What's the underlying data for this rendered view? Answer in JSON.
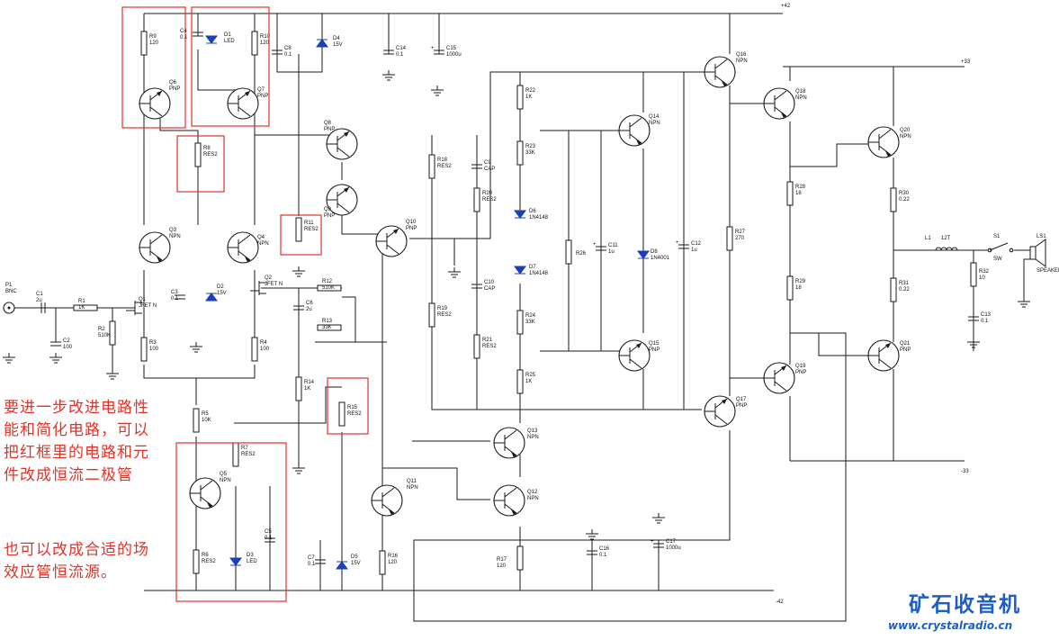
{
  "rails": {
    "pos_main": "+42",
    "pos_out": "+33",
    "neg_out": "-33",
    "neg_main": "-42"
  },
  "resistors": [
    {
      "ref": "R9",
      "value": "120"
    },
    {
      "ref": "R10",
      "value": "120"
    },
    {
      "ref": "R8",
      "value": "RES2"
    },
    {
      "ref": "R11",
      "value": "RES2"
    },
    {
      "ref": "R1",
      "value": "1K"
    },
    {
      "ref": "R2",
      "value": "510K"
    },
    {
      "ref": "R3",
      "value": "100"
    },
    {
      "ref": "R4",
      "value": "100"
    },
    {
      "ref": "R5",
      "value": "10K"
    },
    {
      "ref": "R6",
      "value": "RES2"
    },
    {
      "ref": "R7",
      "value": "RES2"
    },
    {
      "ref": "R12",
      "value": "510K"
    },
    {
      "ref": "R13",
      "value": "33K"
    },
    {
      "ref": "R14",
      "value": "1K"
    },
    {
      "ref": "R15",
      "value": "RES2"
    },
    {
      "ref": "R16",
      "value": "120"
    },
    {
      "ref": "R17",
      "value": "120"
    },
    {
      "ref": "R18",
      "value": "RES2"
    },
    {
      "ref": "R19",
      "value": "RES2"
    },
    {
      "ref": "R20",
      "value": "RES2"
    },
    {
      "ref": "R21",
      "value": "RES2"
    },
    {
      "ref": "R22",
      "value": "1K"
    },
    {
      "ref": "R23",
      "value": "33K"
    },
    {
      "ref": "R24",
      "value": "33K"
    },
    {
      "ref": "R25",
      "value": "1K"
    },
    {
      "ref": "R26",
      "value": ""
    },
    {
      "ref": "R27",
      "value": "270"
    },
    {
      "ref": "R28",
      "value": "18"
    },
    {
      "ref": "R29",
      "value": "18"
    },
    {
      "ref": "R30",
      "value": "0.22"
    },
    {
      "ref": "R31",
      "value": "0.22"
    },
    {
      "ref": "R32",
      "value": "10"
    }
  ],
  "capacitors": [
    {
      "ref": "C4",
      "value": "0.1"
    },
    {
      "ref": "C8",
      "value": "0.1"
    },
    {
      "ref": "C14",
      "value": "0.1"
    },
    {
      "ref": "C15",
      "value": "1000u"
    },
    {
      "ref": "C1",
      "value": "2u"
    },
    {
      "ref": "C2",
      "value": "100"
    },
    {
      "ref": "C3",
      "value": "0.1"
    },
    {
      "ref": "C6",
      "value": "2u"
    },
    {
      "ref": "C9",
      "value": "CAP"
    },
    {
      "ref": "C10",
      "value": "CAP"
    },
    {
      "ref": "C11",
      "value": "1u"
    },
    {
      "ref": "C12",
      "value": "1u"
    },
    {
      "ref": "C5",
      "value": "0.1"
    },
    {
      "ref": "C7",
      "value": "0.1"
    },
    {
      "ref": "C16",
      "value": "0.1"
    },
    {
      "ref": "C17",
      "value": "1000u"
    },
    {
      "ref": "C13",
      "value": "0.1"
    }
  ],
  "transistors": [
    {
      "ref": "Q6",
      "type": "PNP"
    },
    {
      "ref": "Q7",
      "type": "PNP"
    },
    {
      "ref": "Q8",
      "type": "PNP"
    },
    {
      "ref": "Q9",
      "type": "PNP"
    },
    {
      "ref": "Q3",
      "type": "NPN"
    },
    {
      "ref": "Q4",
      "type": "NPN"
    },
    {
      "ref": "Q1",
      "type": "JFET N"
    },
    {
      "ref": "Q2",
      "type": "JFET N"
    },
    {
      "ref": "Q10",
      "type": "PNP"
    },
    {
      "ref": "Q5",
      "type": "NPN"
    },
    {
      "ref": "Q11",
      "type": "NPN"
    },
    {
      "ref": "Q12",
      "type": "NPN"
    },
    {
      "ref": "Q13",
      "type": "NPN"
    },
    {
      "ref": "Q14",
      "type": "NPN"
    },
    {
      "ref": "Q15",
      "type": "PNP"
    },
    {
      "ref": "Q16",
      "type": "NPN"
    },
    {
      "ref": "Q17",
      "type": "PNP"
    },
    {
      "ref": "Q18",
      "type": "NPN"
    },
    {
      "ref": "Q19",
      "type": "PNP"
    },
    {
      "ref": "Q20",
      "type": "NPN"
    },
    {
      "ref": "Q21",
      "type": "PNP"
    }
  ],
  "diodes": [
    {
      "ref": "D1",
      "value": "LED"
    },
    {
      "ref": "D4",
      "value": "15V"
    },
    {
      "ref": "D2",
      "value": "15V"
    },
    {
      "ref": "D6",
      "value": "1N4148"
    },
    {
      "ref": "D7",
      "value": "1N4148"
    },
    {
      "ref": "D8",
      "value": "1N4001"
    },
    {
      "ref": "D3",
      "value": "LED"
    },
    {
      "ref": "D5",
      "value": "15V"
    }
  ],
  "others": {
    "input_ref": "P1",
    "input_type": "BNC",
    "inductor_ref": "L1",
    "inductor_value": "12T",
    "switch_ref": "S1",
    "switch_value": "SW",
    "speaker_ref": "LS1",
    "speaker_value": "SPEAKER"
  },
  "annotations": {
    "note1": "要进一步改进电路性能和简化电路，可以把红框里的电路和元件改成恒流二极管",
    "note2": "也可以改成合适的场效应管恒流源。"
  },
  "branding": {
    "logo": "矿石收音机",
    "url": "www.crystalradio.cn"
  },
  "colors": {
    "highlight": "#e0342a",
    "brand": "#1d5fc7",
    "diode": "#1a3fb8",
    "wire": "#1a1a1a"
  }
}
